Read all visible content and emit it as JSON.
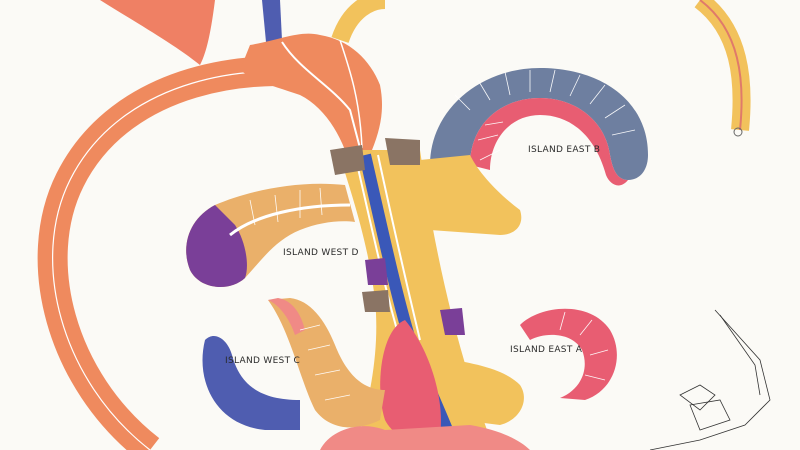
{
  "map": {
    "labels": {
      "island_east_b": "ISLAND EAST B",
      "island_west_d": "ISLAND WEST D",
      "island_west_c": "ISLAND WEST C",
      "island_east_a": "ISLAND EAST A"
    },
    "colors": {
      "background": "#fbfaf6",
      "ring_orange": "#ef8a5e",
      "salmon": "#f08a86",
      "yellow": "#f2c25c",
      "tan": "#eab06a",
      "purple": "#7a3f98",
      "blue": "#4f5db0",
      "slate": "#6e7fa0",
      "pink": "#e85d72",
      "canal": "#3a58b8",
      "brown": "#8a7464",
      "road": "#ffffff"
    }
  }
}
